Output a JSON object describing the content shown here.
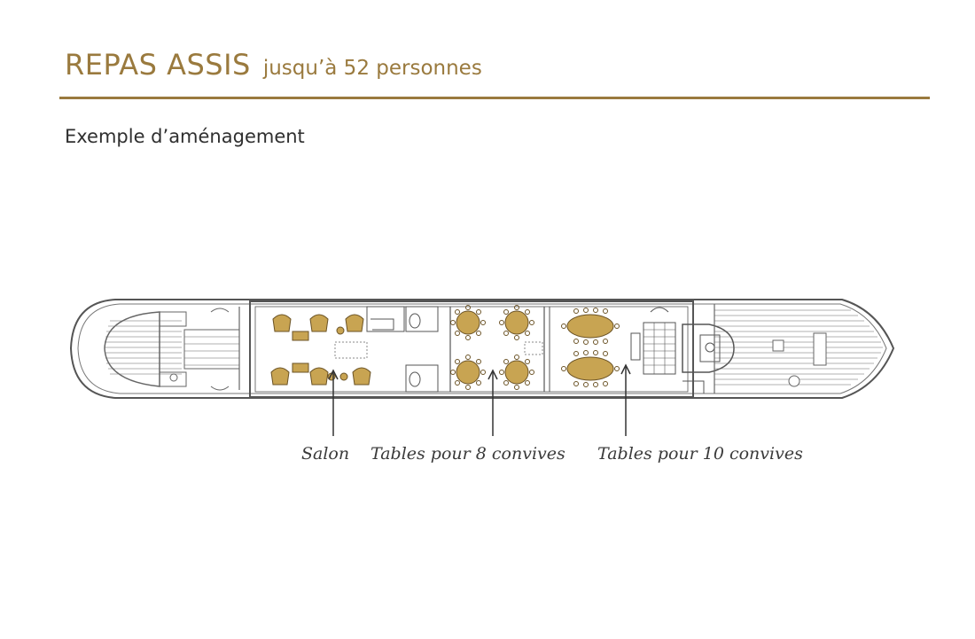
{
  "header": {
    "title": "REPAS ASSIS",
    "capacity": "jusqu’à 52 personnes",
    "subtitle": "Exemple d’aménagement"
  },
  "plan": {
    "labels": {
      "salon": "Salon",
      "tables8": "Tables pour 8 convives",
      "tables10": "Tables pour 10 convives"
    },
    "colors": {
      "accent": "#9a7a3e",
      "furniture": "#c8a452",
      "line": "#555555"
    }
  }
}
